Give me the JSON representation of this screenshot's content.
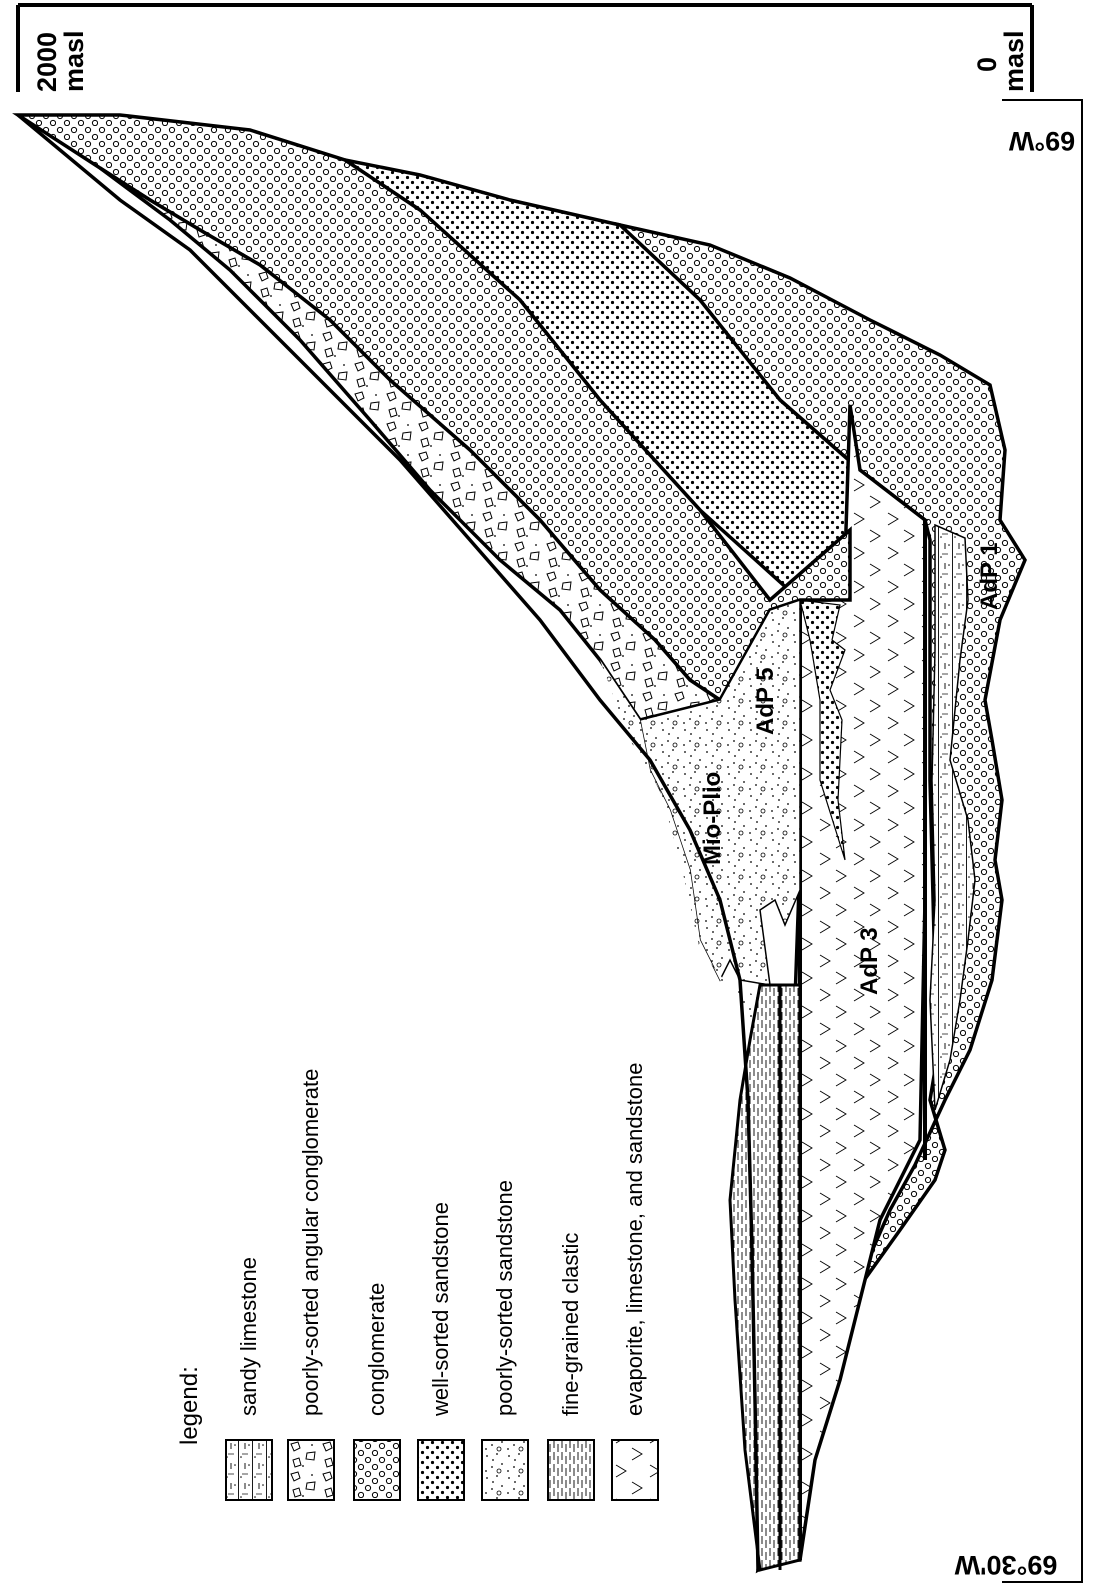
{
  "figure": {
    "scale_top": {
      "value": "2000",
      "unit": "masl"
    },
    "scale_bottom": {
      "value": "0",
      "unit": "masl"
    },
    "longitude_east": "69°W",
    "longitude_west": "69°30'W"
  },
  "units": {
    "mio_plio": "Mio-Plio",
    "adp5": "AdP 5",
    "adp3": "AdP 3",
    "adp1": "AdP 1"
  },
  "legend": {
    "title": "legend:",
    "items": [
      {
        "key": "sandy_limestone",
        "label": "sandy limestone",
        "pattern": "pat-sandy-limestone"
      },
      {
        "key": "angular_conglomerate",
        "label": "poorly-sorted angular conglomerate",
        "pattern": "pat-angular"
      },
      {
        "key": "conglomerate",
        "label": "conglomerate",
        "pattern": "pat-conglomerate"
      },
      {
        "key": "well_sorted_sandstone",
        "label": "well-sorted sandstone",
        "pattern": "pat-wellsand"
      },
      {
        "key": "poorly_sorted_sandstone",
        "label": "poorly-sorted sandstone",
        "pattern": "pat-poorsand"
      },
      {
        "key": "fine_clastic",
        "label": "fine-grained clastic",
        "pattern": "pat-fine"
      },
      {
        "key": "evaporite",
        "label": "evaporite, limestone, and sandstone",
        "pattern": "pat-evaporite"
      }
    ]
  }
}
